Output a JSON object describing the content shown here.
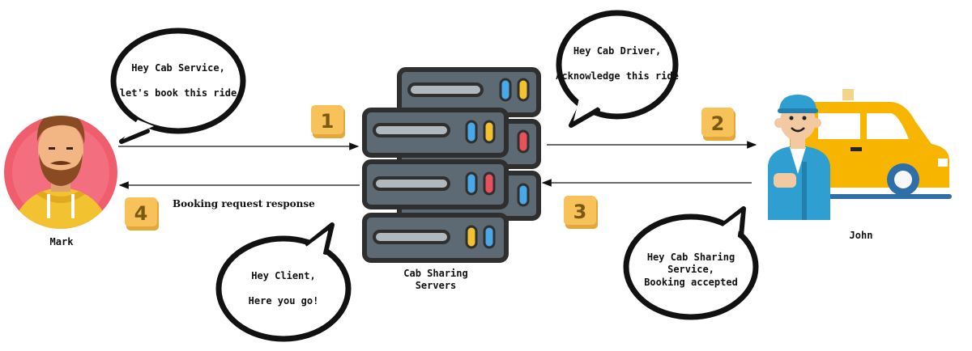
{
  "bubbles": {
    "mark_request": {
      "line1": "Hey Cab Service,",
      "line2": "let's book this ride"
    },
    "server_to_driver": {
      "line1": "Hey Cab Driver,",
      "line2": "Acknowledge this ride"
    },
    "driver_reply": {
      "line1": "Hey Cab Sharing",
      "line2": "Service,",
      "line3": "Booking accepted"
    },
    "server_to_client": {
      "line1": "Hey Client,",
      "line2": "Here you go!"
    }
  },
  "labels": {
    "client_name": "Mark",
    "driver_name": "John",
    "server_line1": "Cab Sharing",
    "server_line2": "Servers",
    "response_label": "Booking request response"
  },
  "steps": [
    "1",
    "2",
    "3",
    "4"
  ],
  "colors": {
    "badge": "#f7c25a",
    "server_body": "#5e6a73",
    "server_outline": "#2f2f2f",
    "taxi": "#f7b500",
    "driver_uniform": "#2e9fd0",
    "mark_hoodie": "#f2c230",
    "mark_bg": "#f05d6c"
  }
}
